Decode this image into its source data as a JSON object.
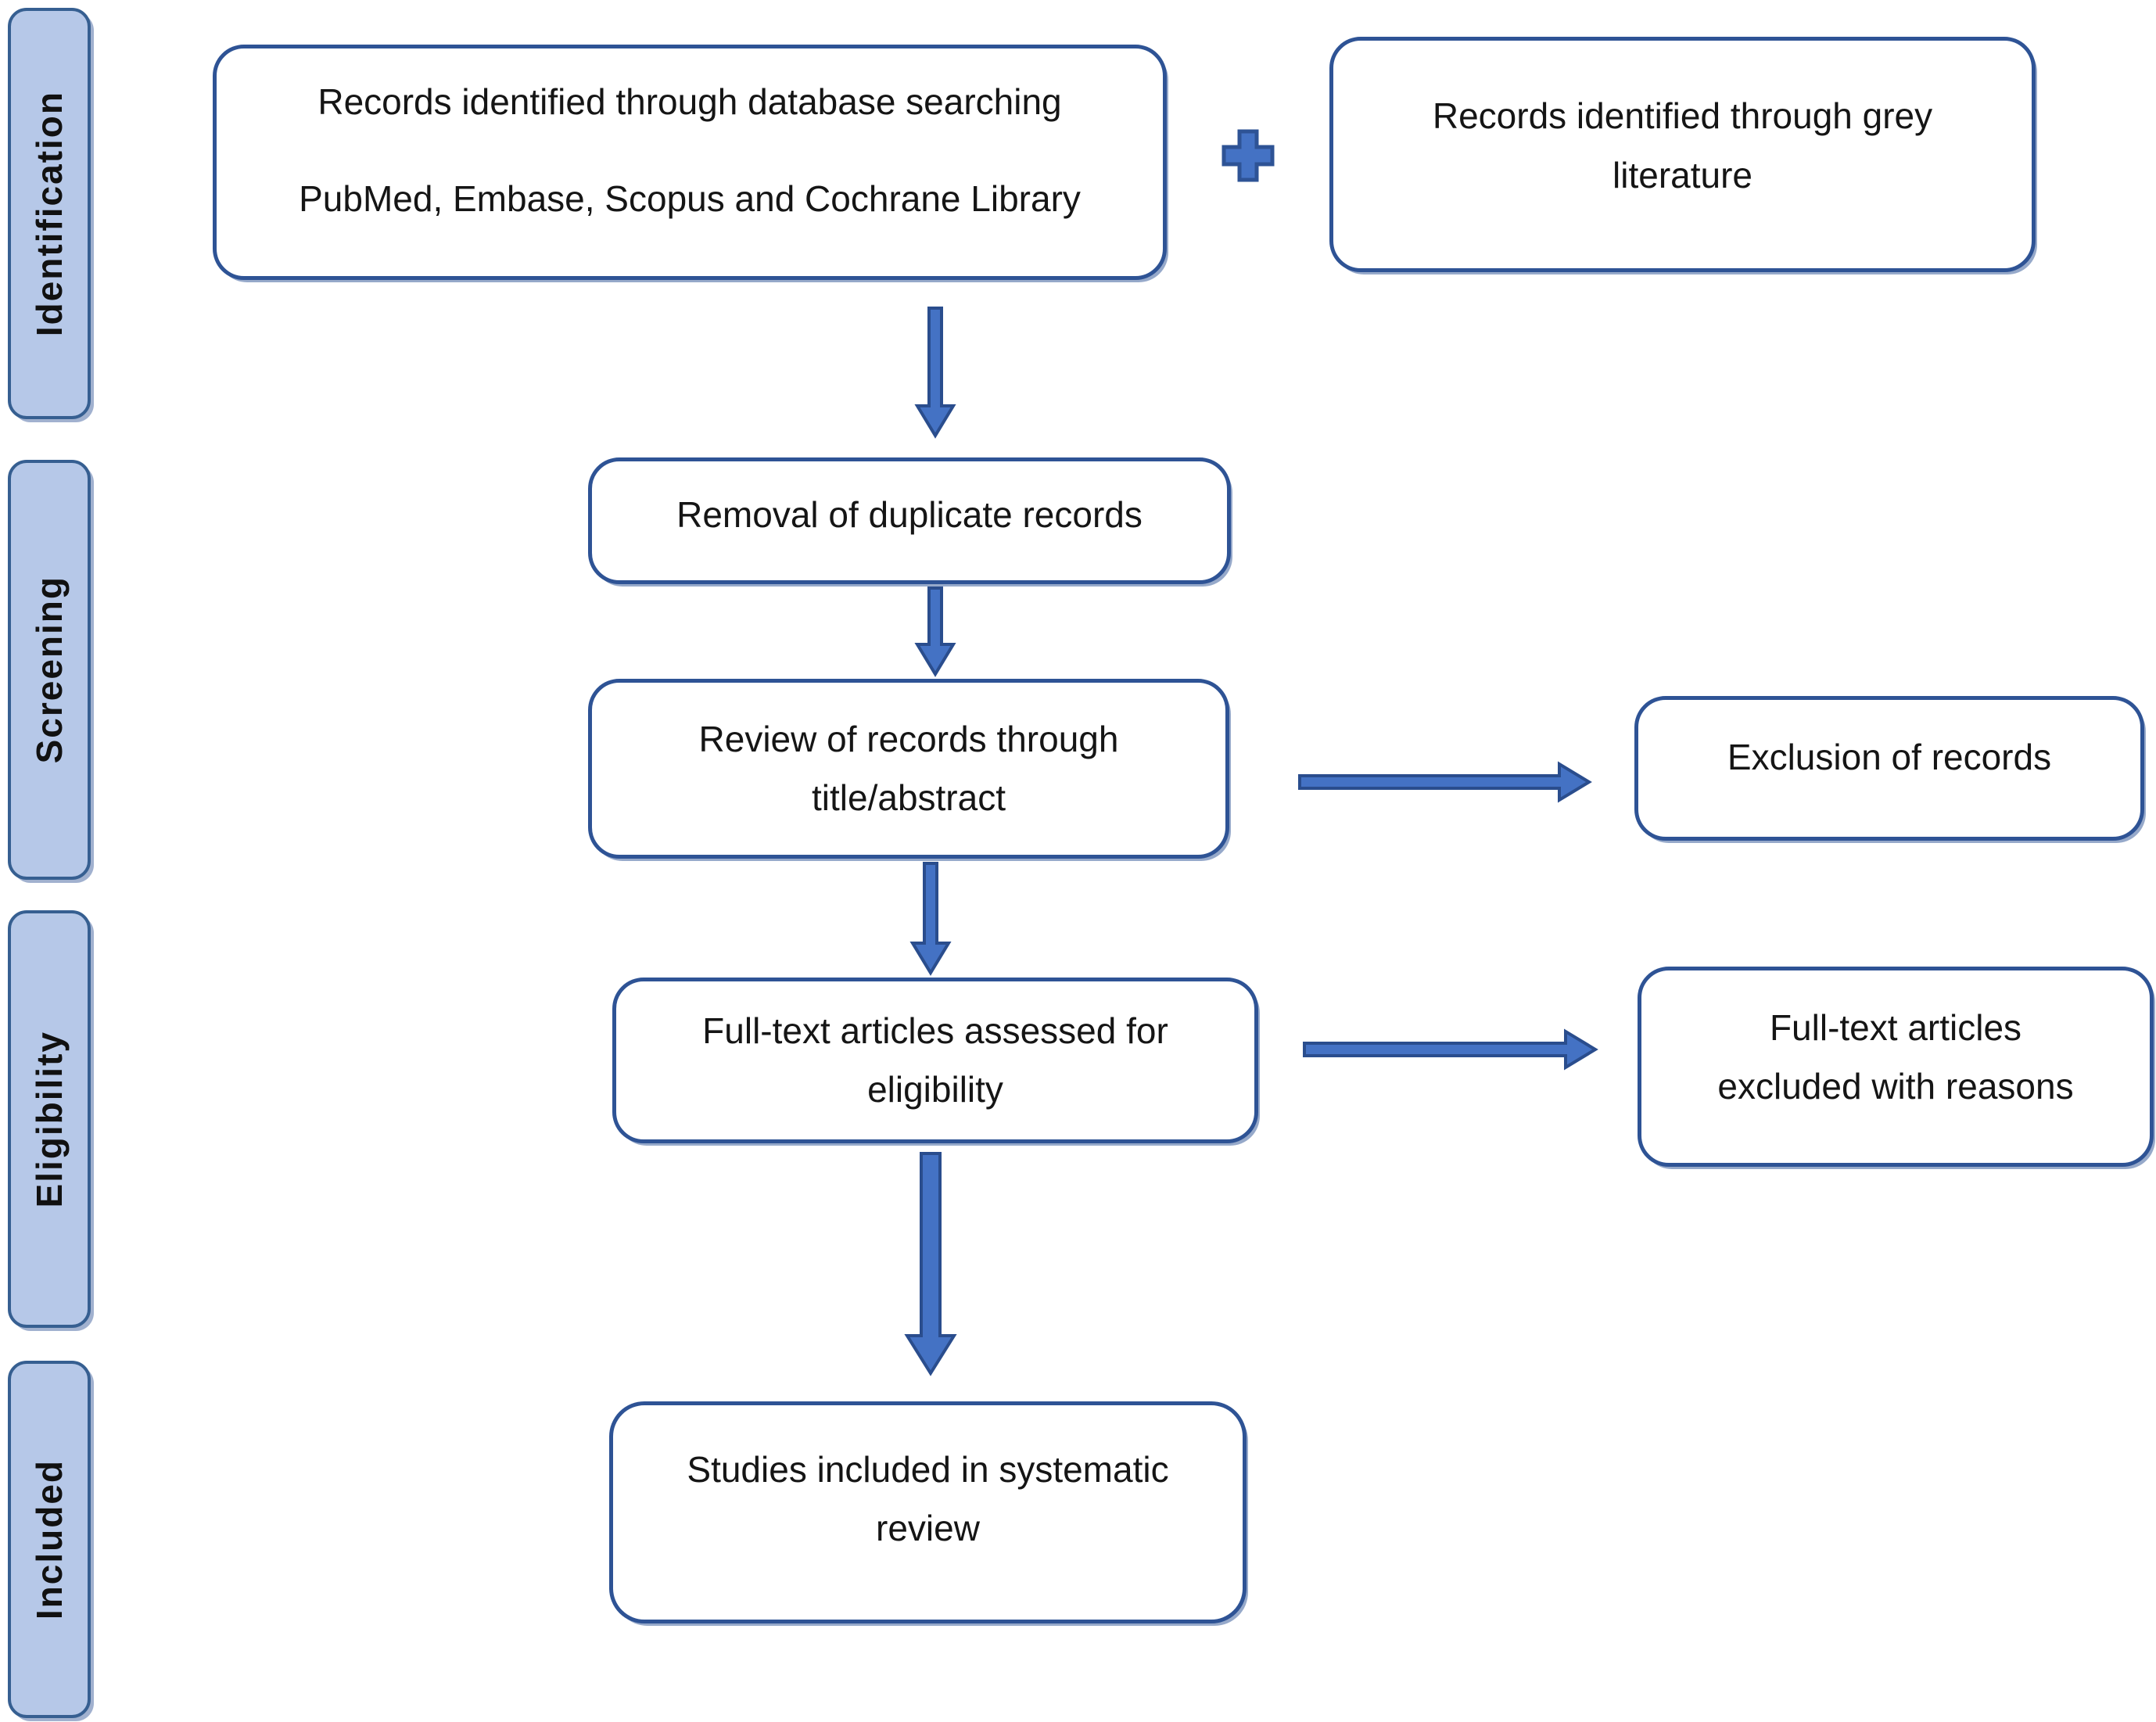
{
  "figure": {
    "kind": "systematic-review-flow-diagram"
  },
  "palette": {
    "flow_box_border": "#2e5395",
    "flow_box_fill": "#ffffff",
    "stage_fill": "#b6c8e8",
    "stage_border": "#365f91",
    "arrow_fill": "#4472c4",
    "arrow_stroke": "#2a4d8d",
    "text": "#151515"
  },
  "stages": [
    {
      "label": "Identification"
    },
    {
      "label": "Screening"
    },
    {
      "label": "Eligibility"
    },
    {
      "label": "Included"
    }
  ],
  "connector": {
    "plus_symbol": "+"
  },
  "boxes": {
    "database_search": {
      "lines": [
        "Records identified through database searching",
        "PubMed, Embase, Scopus and Cochrane Library"
      ]
    },
    "grey_literature": {
      "lines": [
        "Records identified through grey",
        "literature"
      ]
    },
    "duplicates": {
      "lines": [
        "Removal of duplicate records"
      ]
    },
    "title_abstract": {
      "lines": [
        "Review of records through",
        "title/abstract"
      ]
    },
    "exclusion": {
      "lines": [
        "Exclusion of records"
      ]
    },
    "fulltext": {
      "lines": [
        "Full-text articles assessed for",
        "eligibility"
      ]
    },
    "fulltext_excluded": {
      "lines": [
        "Full-text articles",
        "excluded with reasons"
      ]
    },
    "included_studies": {
      "lines": [
        "Studies included in systematic",
        "review"
      ]
    }
  }
}
